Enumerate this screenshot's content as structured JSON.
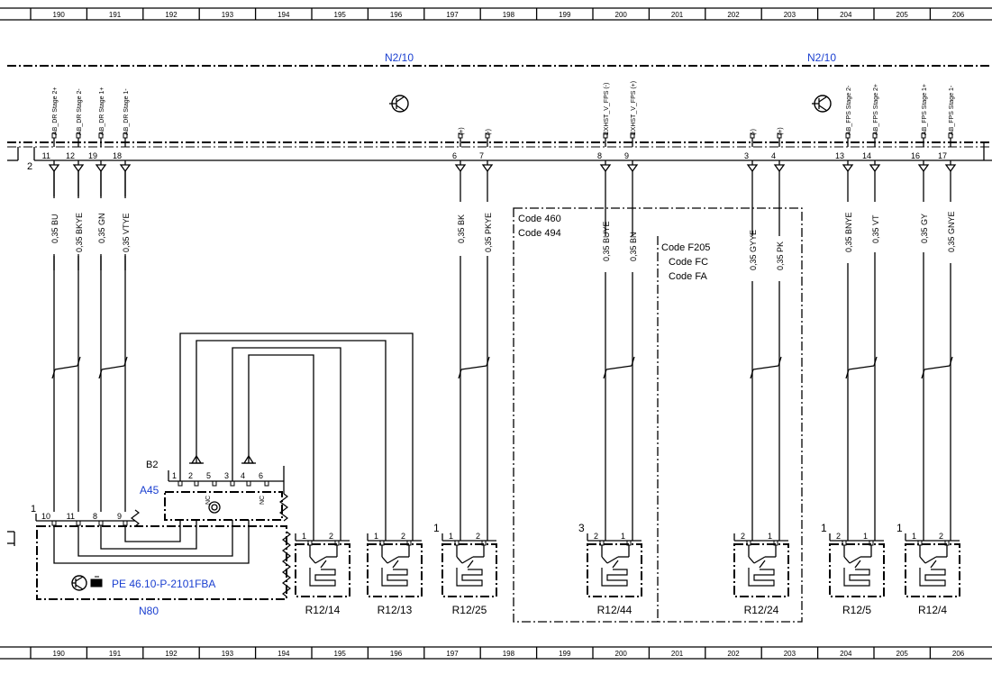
{
  "grid": {
    "columns": [
      "190",
      "191",
      "192",
      "193",
      "194",
      "195",
      "196",
      "197",
      "198",
      "199",
      "200",
      "201",
      "202",
      "203",
      "204",
      "205",
      "206"
    ]
  },
  "units": {
    "left_unit": "N2/10",
    "right_unit": "N2/10",
    "module_n80": "N80",
    "sensor_b2": "B2",
    "sensor_a45": "A45",
    "reference": "PE 46.10-P-2101FBA"
  },
  "connector_n2_10_number": "2",
  "pins": [
    {
      "signal": "AB_DR Stage 2+",
      "pin": "11",
      "wire": "0,35 BU"
    },
    {
      "signal": "AB_DR Stage 2-",
      "pin": "12",
      "wire": "0,35 BKYE"
    },
    {
      "signal": "AB_DR Stage 1+",
      "pin": "19",
      "wire": "0,35 GN"
    },
    {
      "signal": "AB_DR Stage 1-",
      "pin": "18",
      "wire": "0,35 VTYE"
    },
    {
      "signal": "(+)",
      "pin": "6",
      "wire": "0,35 BK"
    },
    {
      "signal": "(-)",
      "pin": "7",
      "wire": "0,35 PKYE"
    },
    {
      "signal": "EXHST_V_FPS (-)",
      "pin": "8",
      "wire": "0,35 BUYE"
    },
    {
      "signal": "EXHST_V_FPS (+)",
      "pin": "9",
      "wire": "0,35 BN"
    },
    {
      "signal": "(-)",
      "pin": "3",
      "wire": "0,35 GYYE"
    },
    {
      "signal": "(+)",
      "pin": "4",
      "wire": "0,35 PK"
    },
    {
      "signal": "AB_FPS Stage 2-",
      "pin": "13",
      "wire": "0,35 BNYE"
    },
    {
      "signal": "AB_FPS Stage 2+",
      "pin": "14",
      "wire": "0,35 VT"
    },
    {
      "signal": "AB_FPS Stage 1+",
      "pin": "16",
      "wire": "0,35 GY"
    },
    {
      "signal": "AB_FPS Stage 1-",
      "pin": "17",
      "wire": "0,35 GNYE"
    }
  ],
  "code_boxes": {
    "box1": [
      "Code 460",
      "Code 494"
    ],
    "box2": [
      "Code F205",
      "Code FC",
      "Code FA"
    ]
  },
  "n80_pins": [
    "10",
    "11",
    "8",
    "9"
  ],
  "n80_connector_number": "1",
  "b2_pins": [
    "1",
    "2",
    "5",
    "3",
    "4",
    "6"
  ],
  "nc_label": "NC",
  "components": [
    {
      "id": "R12/14",
      "pins": [
        "1",
        "2"
      ],
      "connector_number": ""
    },
    {
      "id": "R12/13",
      "pins": [
        "1",
        "2"
      ],
      "connector_number": ""
    },
    {
      "id": "R12/25",
      "pins": [
        "1",
        "2"
      ],
      "connector_number": "1"
    },
    {
      "id": "R12/44",
      "pins": [
        "2",
        "1"
      ],
      "connector_number": "3"
    },
    {
      "id": "R12/24",
      "pins": [
        "2",
        "1"
      ],
      "connector_number": ""
    },
    {
      "id": "R12/5",
      "pins": [
        "2",
        "1"
      ],
      "connector_number": "1"
    },
    {
      "id": "R12/4",
      "pins": [
        "1",
        "2"
      ],
      "connector_number": "1"
    }
  ]
}
